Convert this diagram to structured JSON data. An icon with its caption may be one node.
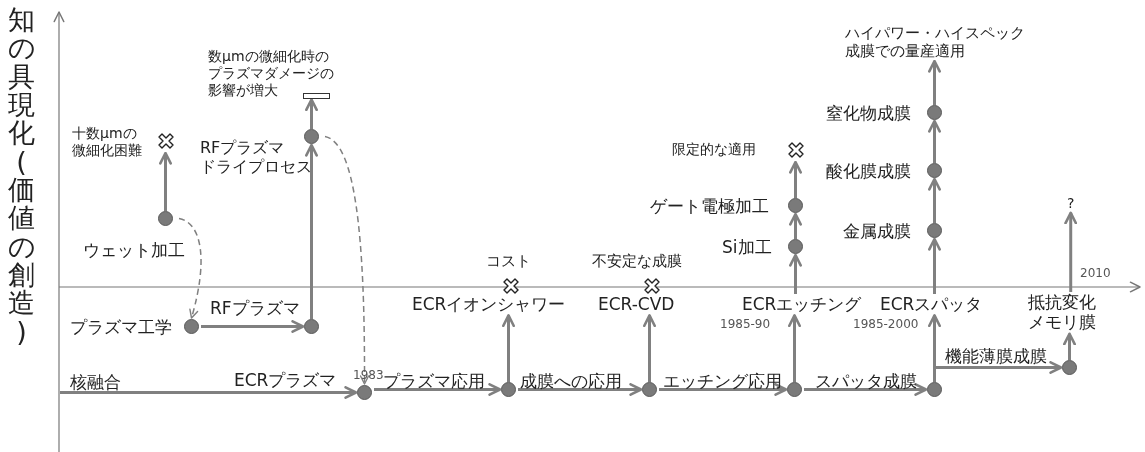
{
  "diagram": {
    "nodes": [
      {
        "text": [],
        "shape": "circle",
        "beside": [
          "ウェット加工"
        ]
      },
      {
        "text": [],
        "shape": "cross",
        "beside": [
          "十数μmの微細化困難"
        ]
      },
      {
        "text": [],
        "shape": "circle",
        "beside": [
          "プラズマ工学"
        ]
      },
      {
        "text": [],
        "shape": "circle"
      },
      {
        "text": [],
        "shape": "circle",
        "beside": [
          "RFプラズマドライプロセス"
        ]
      },
      {
        "text": [],
        "shape": "bar",
        "beside": [
          "数μmの微細化時のプラズマダメージの影響が増大"
        ]
      },
      {
        "text": [],
        "shape": "circle",
        "beside": [
          "ECRプラズマ"
        ]
      },
      {
        "text": [],
        "shape": "circle"
      },
      {
        "text": [
          "ECRイオンシャワー"
        ]
      },
      {
        "text": [],
        "shape": "cross",
        "beside": [
          "コスト"
        ]
      },
      {
        "text": [],
        "shape": "circle"
      },
      {
        "text": [
          "ECR-CVD"
        ]
      },
      {
        "text": [],
        "shape": "cross",
        "beside": [
          "不安定な成膜"
        ]
      },
      {
        "text": [],
        "shape": "circle"
      },
      {
        "text": [
          "ECRエッチング"
        ]
      },
      {
        "text": [],
        "shape": "circle",
        "beside": [
          "Si加工"
        ]
      },
      {
        "text": [],
        "shape": "circle",
        "beside": [
          "ゲート電極加工"
        ]
      },
      {
        "text": [],
        "shape": "cross",
        "beside": [
          "限定的な適用"
        ]
      },
      {
        "text": [],
        "shape": "circle"
      },
      {
        "text": [
          "ECRスパッタ"
        ]
      },
      {
        "text": [],
        "shape": "circle",
        "beside": [
          "金属成膜"
        ]
      },
      {
        "text": [],
        "shape": "circle",
        "beside": [
          "酸化膜成膜"
        ]
      },
      {
        "text": [],
        "shape": "circle",
        "beside": [
          "窒化物成膜"
        ]
      },
      {
        "text": [
          "ハイパワー・ハイスペック成膜での量産適用"
        ]
      },
      {
        "text": [],
        "shape": "circle"
      },
      {
        "text": [
          "抵抗変化メモリ膜"
        ]
      },
      {
        "text": [
          "?"
        ]
      }
    ],
    "edges": [
      {
        "from": 0,
        "to": 1,
        "arrow": "to"
      },
      {
        "from": 0,
        "to": 2,
        "arrow": "to",
        "style": "dashed"
      },
      {
        "from": 2,
        "to": 3,
        "arrow": "to",
        "label": "RFプラズマ"
      },
      {
        "from": 3,
        "to": 4,
        "arrow": "to"
      },
      {
        "from": 4,
        "to": 5,
        "arrow": "to"
      },
      {
        "from": 4,
        "to": 6,
        "arrow": "to",
        "style": "dashed"
      },
      {
        "from": null,
        "to": 6,
        "arrow": "to",
        "label": "核融合"
      },
      {
        "from": 6,
        "to": 7,
        "arrow": "to",
        "label": "プラズマ応用"
      },
      {
        "from": 7,
        "to": 8,
        "arrow": "to"
      },
      {
        "from": 7,
        "to": 10,
        "arrow": "to",
        "label": "成膜への応用"
      },
      {
        "from": 10,
        "to": 11,
        "arrow": "to"
      },
      {
        "from": 10,
        "to": 13,
        "arrow": "to",
        "label": "エッチング応用"
      },
      {
        "from": 13,
        "to": 14,
        "arrow": "to"
      },
      {
        "from": 14,
        "to": 15,
        "arrow": "to"
      },
      {
        "from": 15,
        "to": 16,
        "arrow": "to"
      },
      {
        "from": 16,
        "to": 17,
        "arrow": "to"
      },
      {
        "from": 13,
        "to": 18,
        "arrow": "to",
        "label": "スパッタ成膜"
      },
      {
        "from": 18,
        "to": 19,
        "arrow": "to"
      },
      {
        "from": 19,
        "to": 20,
        "arrow": "to"
      },
      {
        "from": 20,
        "to": 21,
        "arrow": "to"
      },
      {
        "from": 21,
        "to": 22,
        "arrow": "to"
      },
      {
        "from": 22,
        "to": 23,
        "arrow": "to"
      },
      {
        "from": 18,
        "to": 24,
        "arrow": "to",
        "label": "機能薄膜成膜"
      },
      {
        "from": 24,
        "to": 25,
        "arrow": "to"
      },
      {
        "from": 25,
        "to": 26,
        "arrow": "to"
      }
    ],
    "labels": [
      "知の具現化(価値の創造)",
      "1983",
      "1985-90",
      "1985-2000",
      "2010"
    ]
  }
}
